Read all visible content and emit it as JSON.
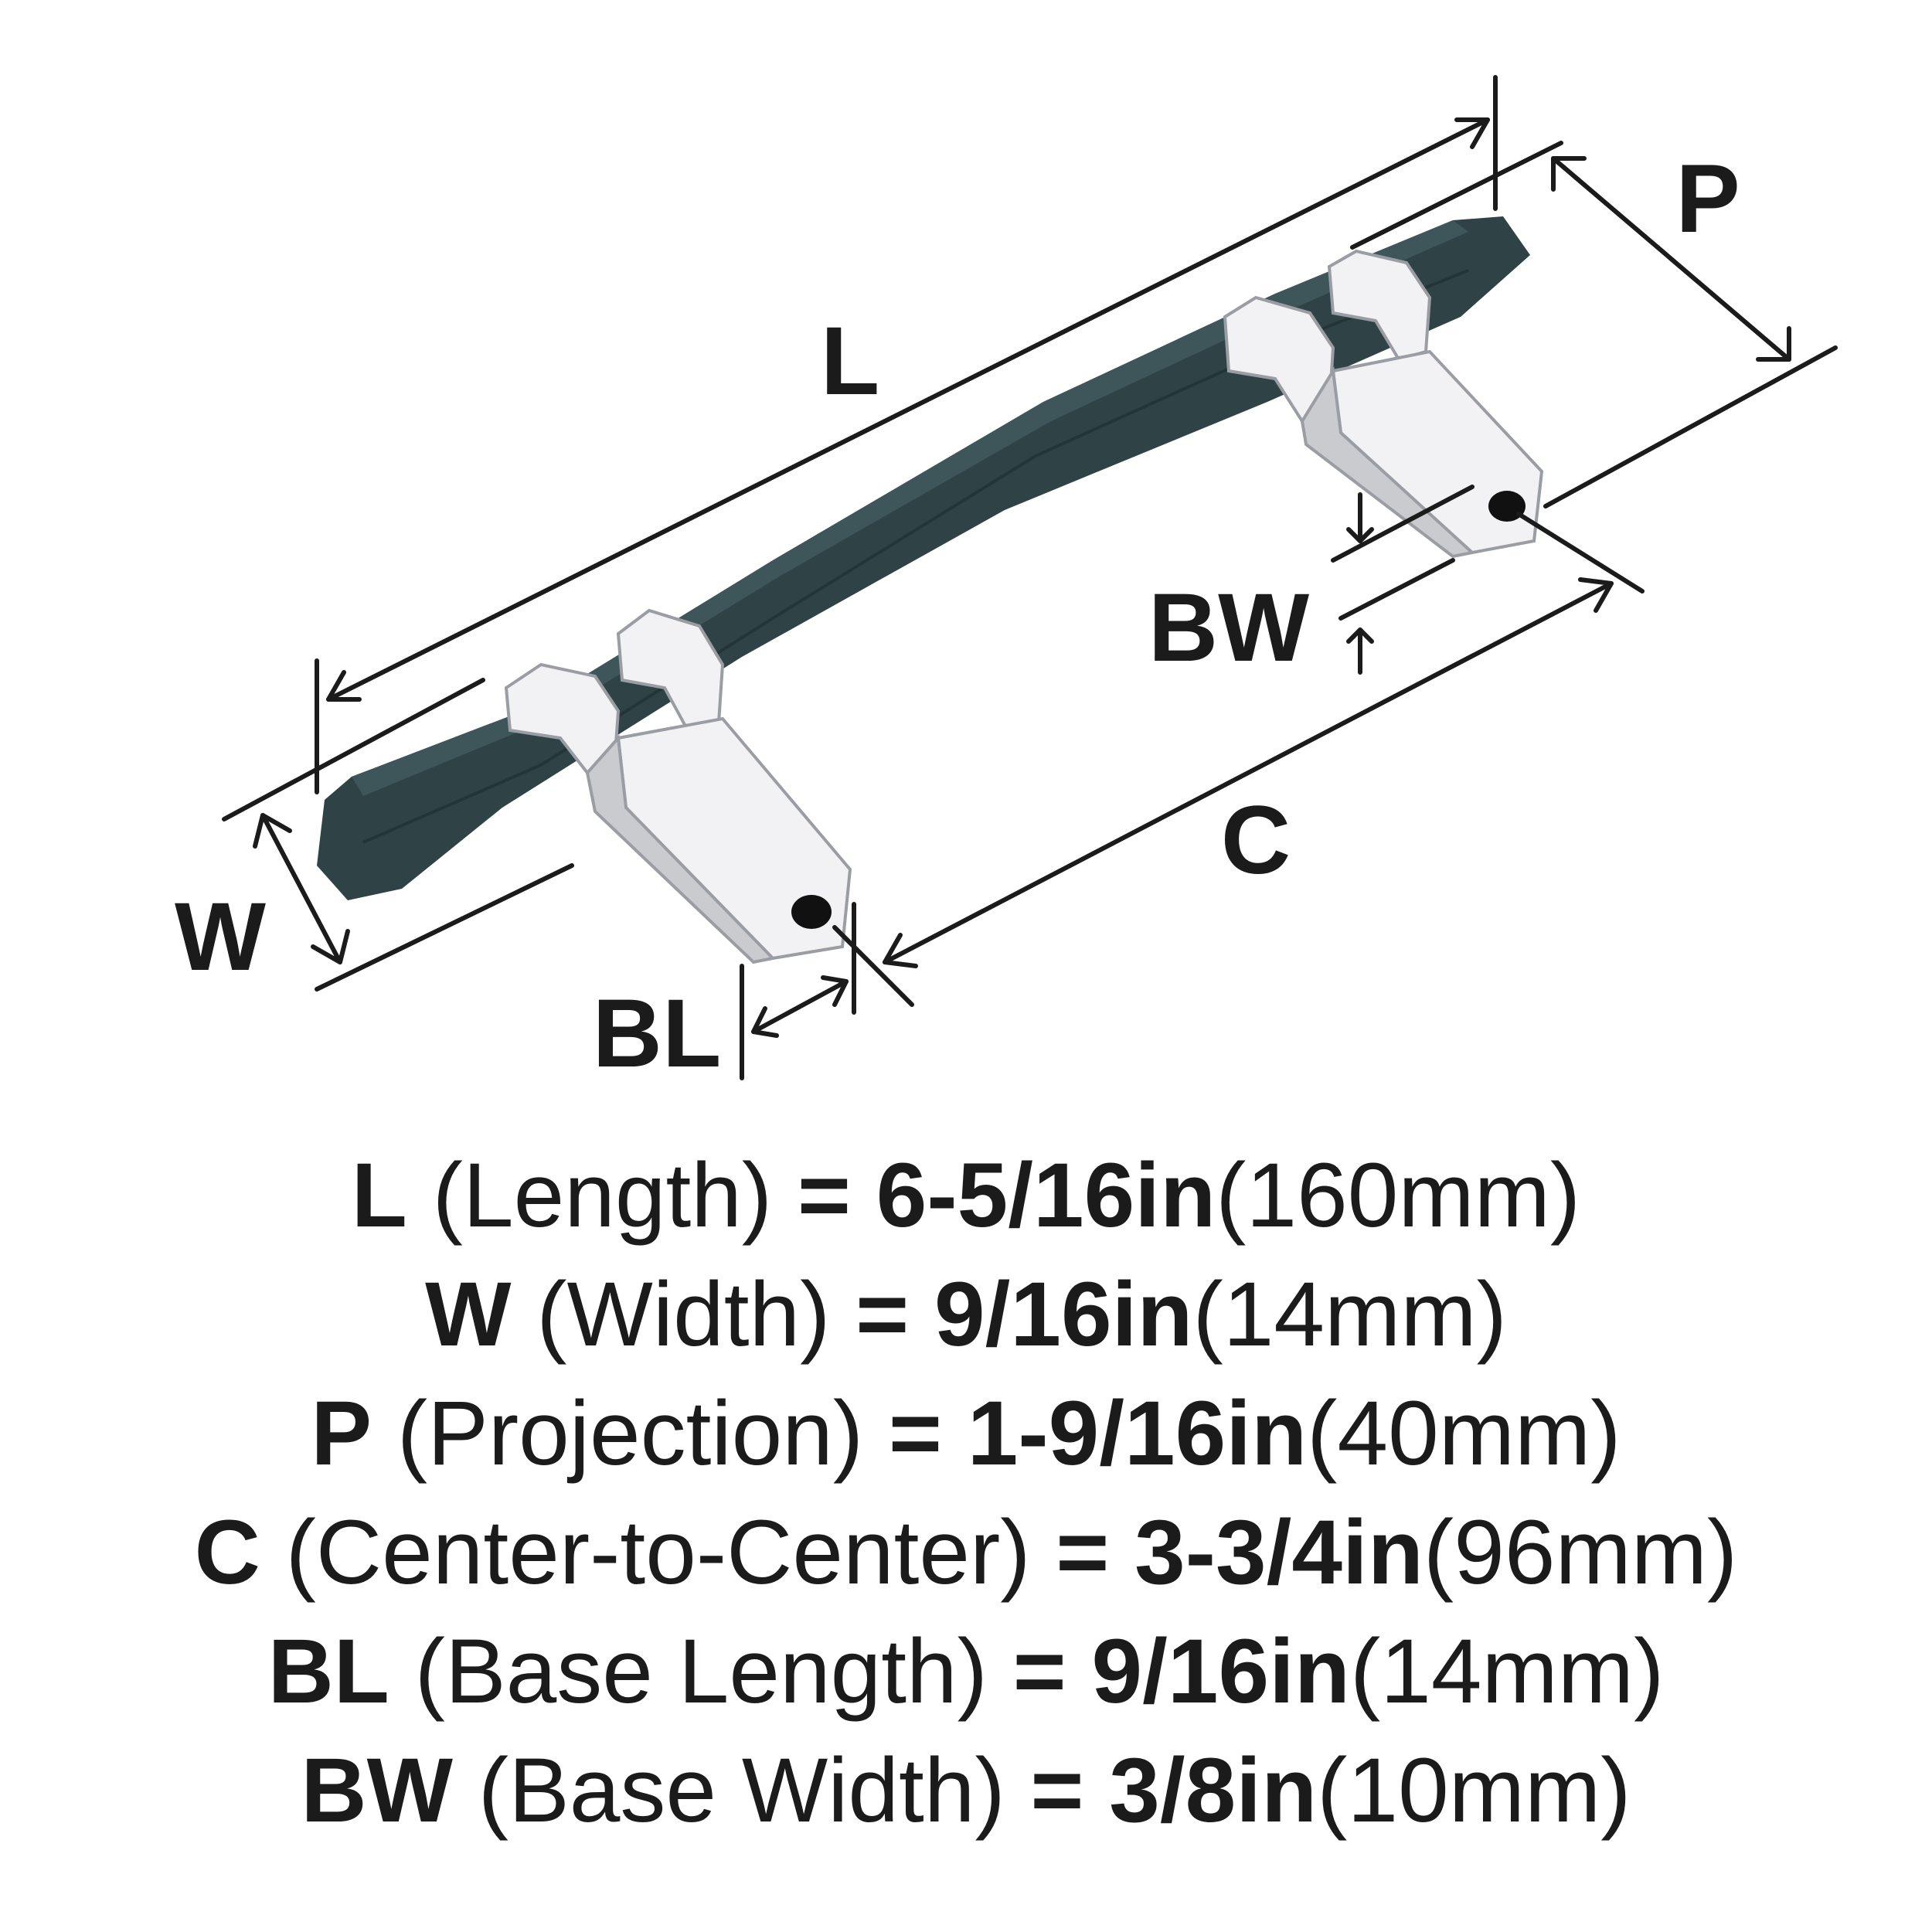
{
  "diagram": {
    "callouts": {
      "length": "L",
      "projection": "P",
      "width": "W",
      "base_length": "BL",
      "base_width": "BW",
      "center_to_center": "C"
    },
    "colors": {
      "bar": "#2f4347",
      "bar_highlight": "#455d62",
      "base_chrome": "#f2f2f4",
      "base_chrome_shadow": "#c9cbcf",
      "line": "#1b1b1b"
    }
  },
  "specs": [
    {
      "code": "L",
      "label": "(Length)",
      "eq": "=",
      "imperial": "6-5/16in",
      "metric": "(160mm)"
    },
    {
      "code": "W",
      "label": "(Width)",
      "eq": "=",
      "imperial": "9/16in",
      "metric": "(14mm)"
    },
    {
      "code": "P",
      "label": "(Projection)",
      "eq": "=",
      "imperial": "1-9/16in",
      "metric": "(40mm)"
    },
    {
      "code": "C",
      "label": "(Center-to-Center)",
      "eq": "=",
      "imperial": "3-3/4in",
      "metric": "(96mm)"
    },
    {
      "code": "BL",
      "label": "(Base Length)",
      "eq": "=",
      "imperial": "9/16in",
      "metric": "(14mm)"
    },
    {
      "code": "BW",
      "label": "(Base Width)",
      "eq": "=",
      "imperial": "3/8in",
      "metric": "(10mm)"
    }
  ]
}
